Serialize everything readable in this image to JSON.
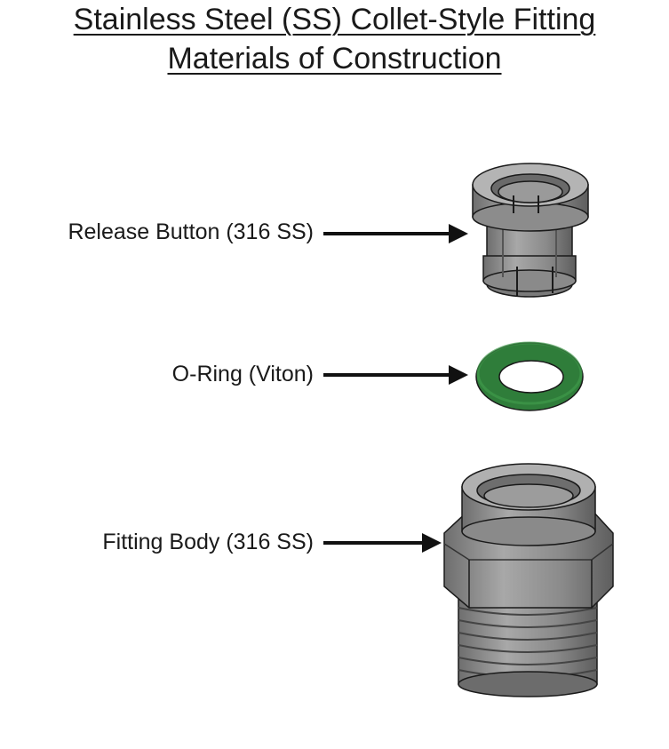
{
  "title": {
    "line1": "Stainless Steel (SS) Collet-Style Fitting",
    "line2": "Materials of Construction"
  },
  "parts": [
    {
      "label": "Release Button (316 SS)",
      "icon": "release-button-icon"
    },
    {
      "label": "O-Ring (Viton)",
      "icon": "o-ring-icon"
    },
    {
      "label": "Fitting Body (316 SS)",
      "icon": "fitting-body-icon"
    }
  ],
  "colors": {
    "steel": "#8c8c8c",
    "steel_dark": "#5a5a5a",
    "viton": "#2f7d3a",
    "outline": "#1a1a1a"
  }
}
